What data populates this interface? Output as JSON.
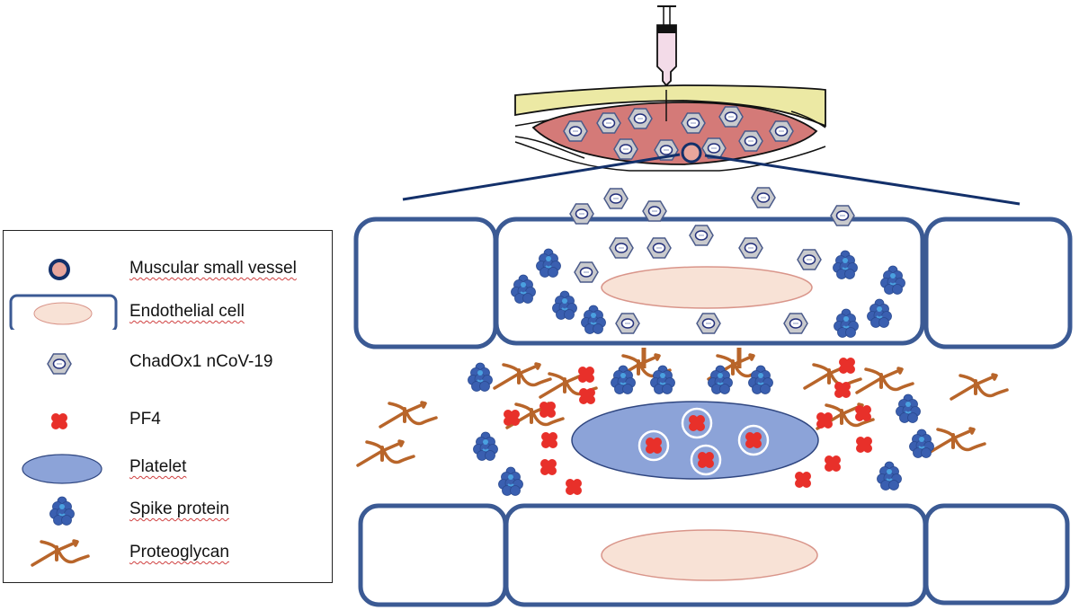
{
  "legend": {
    "items": [
      {
        "key": "vessel",
        "label": "Muscular small vessel",
        "spellcheck_underline": true
      },
      {
        "key": "endothelial",
        "label": "Endothelial cell",
        "spellcheck_underline": true
      },
      {
        "key": "vaccine",
        "label": "ChadOx1 nCoV-19",
        "spellcheck_underline": false
      },
      {
        "key": "pf4",
        "label": "PF4",
        "spellcheck_underline": false
      },
      {
        "key": "platelet",
        "label": "Platelet",
        "spellcheck_underline": true
      },
      {
        "key": "spike",
        "label": "Spike protein",
        "spellcheck_underline": true
      },
      {
        "key": "proteoglycan",
        "label": "Proteoglycan",
        "spellcheck_underline": true
      }
    ]
  },
  "colors": {
    "cell_border": "#3b5a94",
    "nucleus_fill": "#f8e2d6",
    "nucleus_stroke": "#d9958a",
    "muscle_fill": "#d47a78",
    "skin_fill": "#ece9a4",
    "vaccine_fill": "#c9cacd",
    "vaccine_stroke": "#4a5a8a",
    "pf4": "#e8302a",
    "platelet_fill": "#8ca3d8",
    "platelet_stroke": "#2f4680",
    "spike_dark": "#3a5fb0",
    "spike_light": "#4aa0e0",
    "proteoglycan": "#b8652a",
    "zoom_lines": "#13306a",
    "syringe_fluid": "#f3dbe8"
  }
}
